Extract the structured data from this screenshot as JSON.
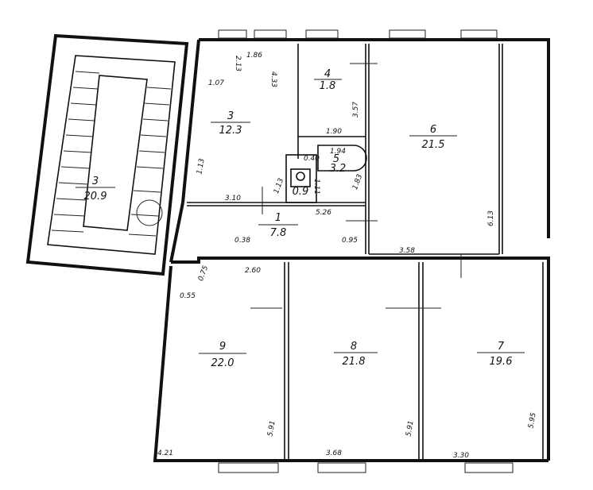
{
  "rooms": [
    {
      "number": "1",
      "area": "7.8"
    },
    {
      "number": "3",
      "area": "20.9"
    },
    {
      "number": "3",
      "area": "12.3"
    },
    {
      "number": "4",
      "area": "1.8"
    },
    {
      "number": "5",
      "area": "3.2"
    },
    {
      "number": "6",
      "area": "21.5"
    },
    {
      "number": "7",
      "area": "19.6"
    },
    {
      "number": "8",
      "area": "21.8"
    },
    {
      "number": "9",
      "area": "22.0"
    },
    {
      "number": "",
      "area": "0.9"
    }
  ],
  "dimensions": [
    "1.86",
    "4.33",
    "1.07",
    "2.13",
    "3.57",
    "1.90",
    "1.94",
    "0.40",
    "1.83",
    "1.13",
    "1.11",
    "3.10",
    "5.26",
    "0.38",
    "0.95",
    "3.58",
    "6.13",
    "2.60",
    "0.75",
    "0.55",
    "4.21",
    "3.68",
    "3.30",
    "5.91",
    "5.91",
    "5.95",
    "1.13"
  ]
}
